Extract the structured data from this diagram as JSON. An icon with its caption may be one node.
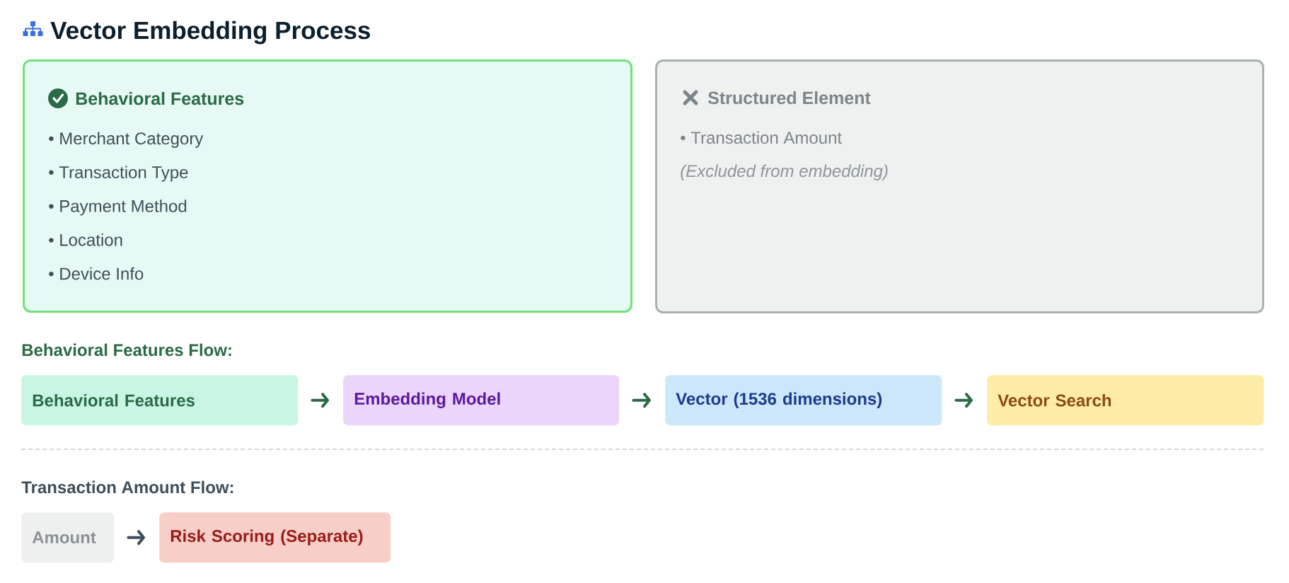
{
  "diagram": {
    "title": "Vector Embedding Process",
    "nodes": [
      {
        "text": [
          "Behavioral Features",
          "• Merchant Category",
          "• Transaction Type",
          "• Payment Method",
          "• Location",
          "• Device Info"
        ]
      },
      {
        "text": [
          "Structured Element",
          "• Transaction Amount",
          "(Excluded from embedding)"
        ]
      },
      {
        "text": [
          "Behavioral Features"
        ]
      },
      {
        "text": [
          "Embedding Model"
        ]
      },
      {
        "text": [
          "Vector (1536 dimensions)"
        ]
      },
      {
        "text": [
          "Vector Search"
        ]
      },
      {
        "text": [
          "Amount"
        ]
      },
      {
        "text": [
          "Risk Scoring (Separate)"
        ]
      }
    ],
    "edges": [
      {
        "from": 2,
        "to": 3,
        "arrow": "to"
      },
      {
        "from": 3,
        "to": 4,
        "arrow": "to"
      },
      {
        "from": 4,
        "to": 5,
        "arrow": "to"
      },
      {
        "from": 6,
        "to": 7,
        "arrow": "to",
        "color": "#3d4f5c"
      }
    ],
    "labels": [
      "Behavioral Features Flow:",
      "Transaction Amount Flow:"
    ]
  }
}
